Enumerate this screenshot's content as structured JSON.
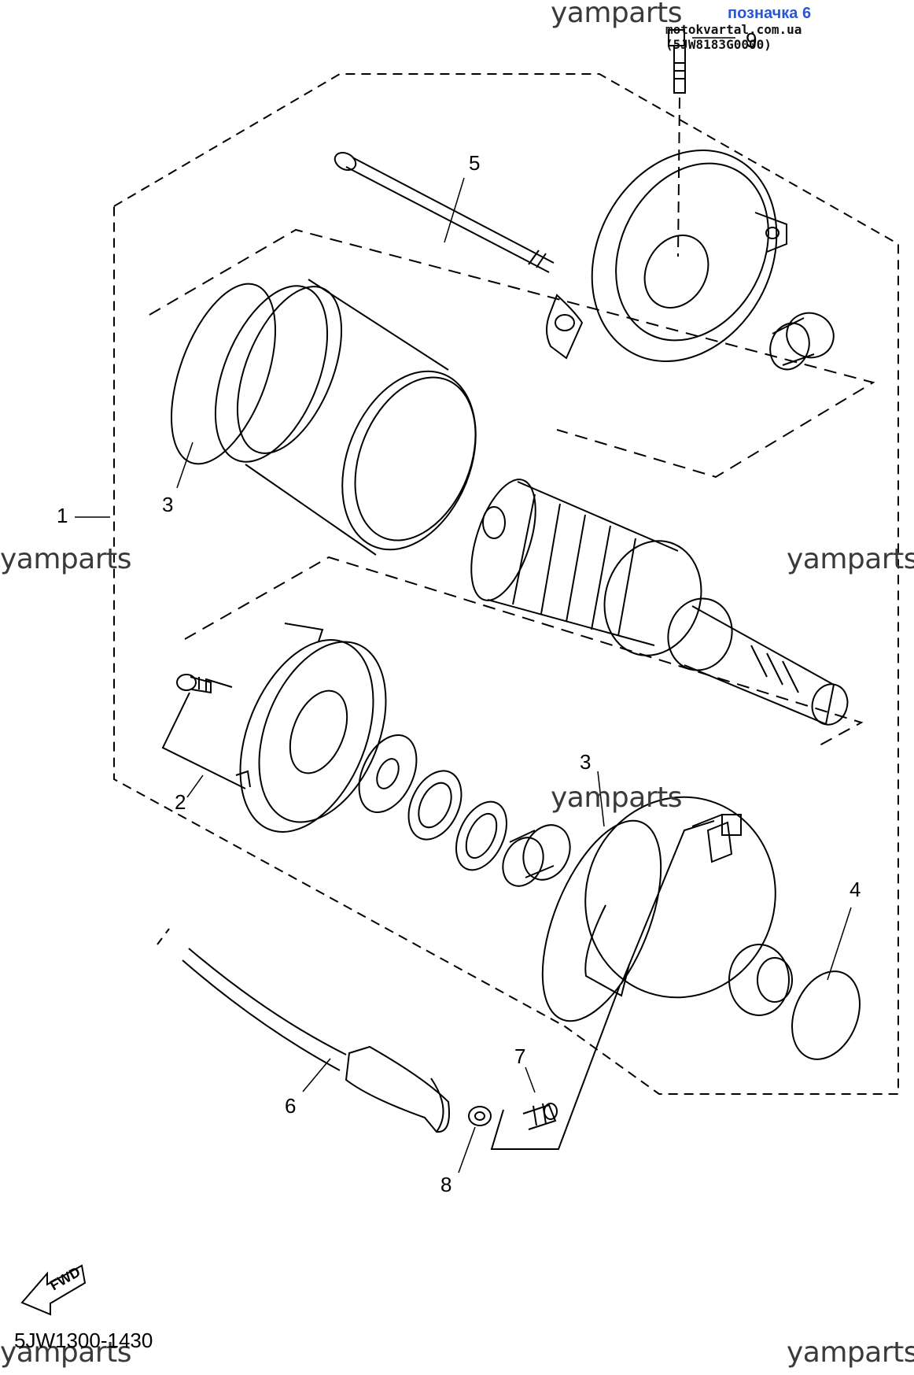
{
  "header": {
    "link_label": "позначка 6",
    "source_text": "motokvartal.com.ua (5JW8183G0000)"
  },
  "watermarks": {
    "top": "yamparts",
    "left": "yamparts",
    "right": "yamparts",
    "center": "yamparts",
    "bottom_left": "yamparts",
    "bottom_right": "yamparts"
  },
  "callouts": {
    "c1": "1",
    "c2": "2",
    "c3a": "3",
    "c3b": "3",
    "c4": "4",
    "c5": "5",
    "c6": "6",
    "c7": "7",
    "c8": "8",
    "c9": "9"
  },
  "fwd_label": "FWD",
  "diagram_code": "5JW1300-1430"
}
